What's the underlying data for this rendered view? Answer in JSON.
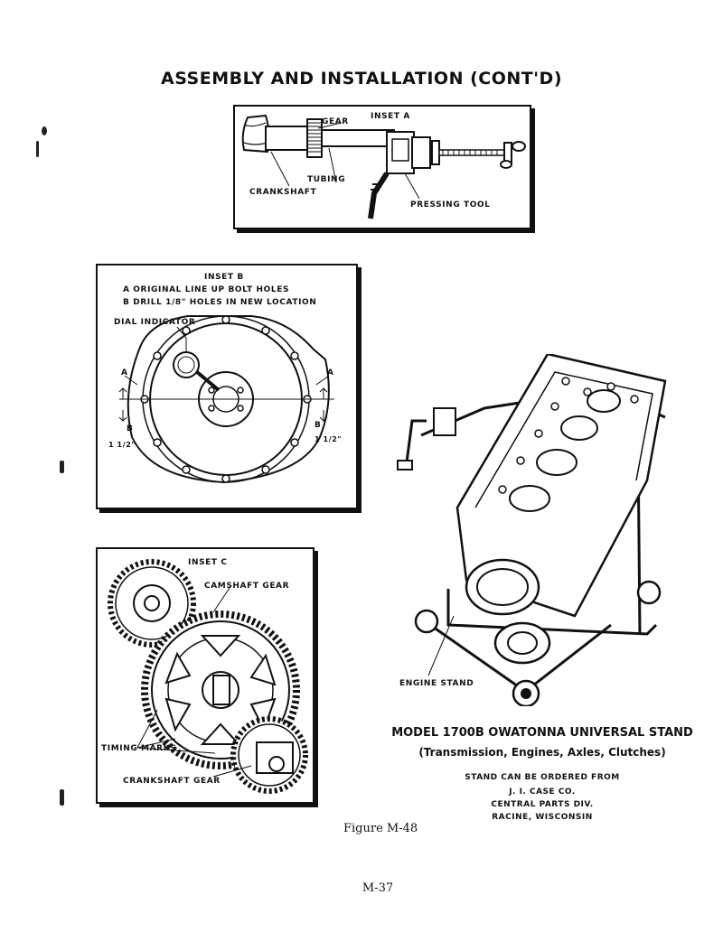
{
  "page": {
    "title": "ASSEMBLY AND INSTALLATION (CONT'D)",
    "figure_caption": "Figure M-48",
    "page_number": "M-37"
  },
  "inset_a": {
    "title": "INSET A",
    "labels": {
      "gear": "GEAR",
      "tubing": "TUBING",
      "crankshaft": "CRANKSHAFT",
      "pressing_tool": "PRESSING TOOL"
    }
  },
  "inset_b": {
    "title": "INSET B",
    "legend_a": "A  ORIGINAL LINE UP BOLT HOLES",
    "legend_b": "B  DRILL 1/8\" HOLES IN NEW LOCATION",
    "dial_indicator": "DIAL INDICATOR",
    "letter_a": "A",
    "letter_b": "B",
    "dim_left": "1 1/2\"",
    "dim_right": "1 1/2\""
  },
  "inset_c": {
    "title": "INSET C",
    "camshaft_gear": "CAMSHAFT GEAR",
    "timing_marks": "TIMING MARKS",
    "crankshaft_gear": "CRANKSHAFT GEAR"
  },
  "stand": {
    "engine_stand_label": "ENGINE STAND",
    "model": "MODEL 1700B OWATONNA UNIVERSAL STAND",
    "subtitle": "(Transmission, Engines, Axles, Clutches)",
    "order_line1": "STAND CAN BE ORDERED FROM",
    "order_line2": "J. I. CASE CO.",
    "order_line3": "CENTRAL PARTS DIV.",
    "order_line4": "RACINE, WISCONSIN"
  }
}
